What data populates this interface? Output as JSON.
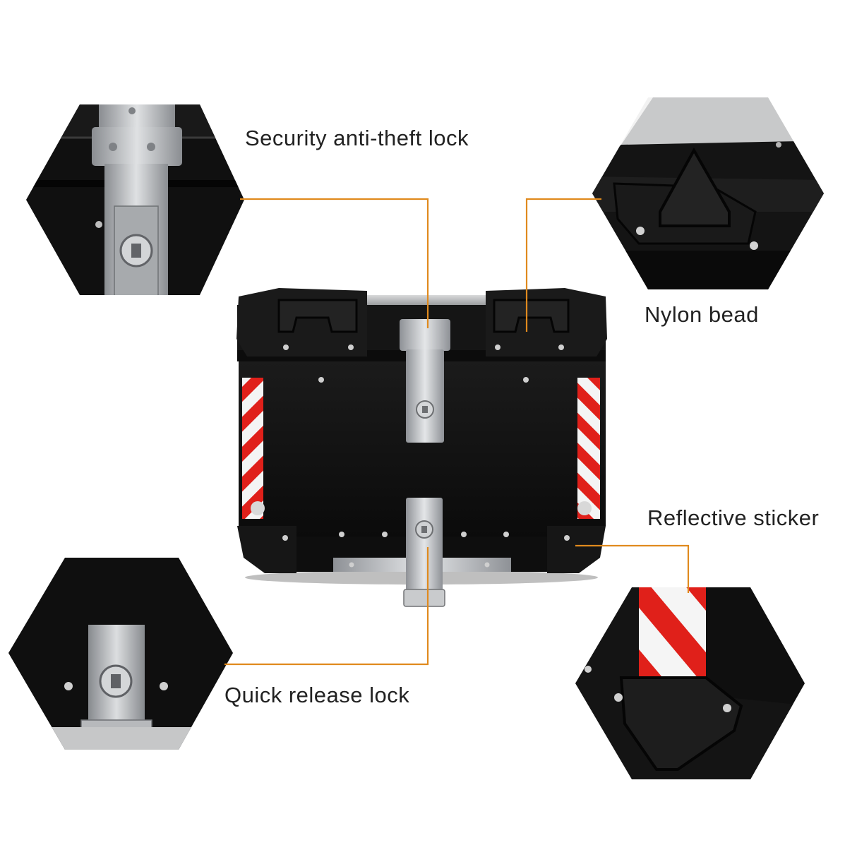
{
  "features": {
    "security_lock": {
      "label": "Security anti-theft lock"
    },
    "nylon_bead": {
      "label": "Nylon bead"
    },
    "reflective_sticker": {
      "label": "Reflective sticker"
    },
    "quick_release_lock": {
      "label": "Quick release lock"
    }
  },
  "colors": {
    "background": "#ffffff",
    "leader_line": "#e08a1e",
    "case_body": "#111111",
    "metal": "#b9bcc0",
    "stripe_red": "#e0201a"
  }
}
